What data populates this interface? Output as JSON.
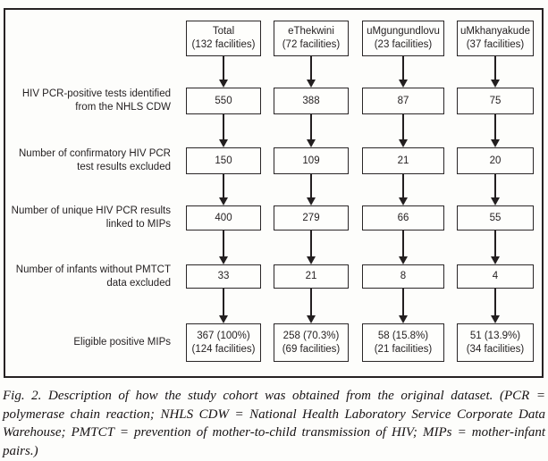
{
  "figure": {
    "row_labels": [
      "HIV PCR-positive tests identified\nfrom the NHLS CDW",
      "Number of confirmatory HIV PCR\ntest results excluded",
      "Number of unique HIV PCR results\nlinked to MIPs",
      "Number of infants without PMTCT\ndata excluded",
      "Eligible positive MIPs"
    ],
    "columns": [
      {
        "header": "Total\n(132 facilities)",
        "step1": "550",
        "step2": "150",
        "step3": "400",
        "step4": "33",
        "final": "367 (100%)\n(124 facilities)"
      },
      {
        "header": "eThekwini\n(72 facilities)",
        "step1": "388",
        "step2": "109",
        "step3": "279",
        "step4": "21",
        "final": "258 (70.3%)\n(69 facilities)"
      },
      {
        "header": "uMgungundlovu\n(23 facilities)",
        "step1": "87",
        "step2": "21",
        "step3": "66",
        "step4": "8",
        "final": "58 (15.8%)\n(21 facilities)"
      },
      {
        "header": "uMkhanyakude\n(37 facilities)",
        "step1": "75",
        "step2": "20",
        "step3": "55",
        "step4": "4",
        "final": "51 (13.9%)\n(34 facilities)"
      }
    ],
    "colors": {
      "ink": "#231f20",
      "background": "#fdfdfb"
    }
  },
  "caption": {
    "text": "Fig. 2. Description of how the study cohort was obtained from the original dataset. (PCR = polymerase chain reaction; NHLS CDW = National Health Laboratory Service Corporate Data Warehouse; PMTCT = prevention of mother-to-child transmission of HIV; MIPs = mother-infant pairs.)"
  }
}
